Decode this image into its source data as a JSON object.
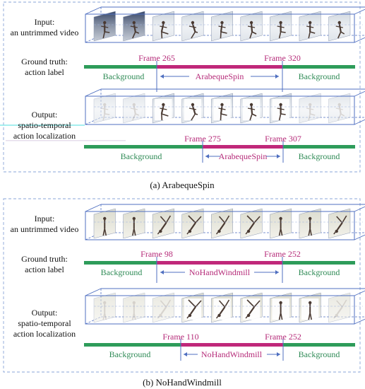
{
  "panels": [
    {
      "input_label": [
        "Input:",
        "an untrimmed video"
      ],
      "gt_label": [
        "Ground truth:",
        "action label"
      ],
      "out_label": [
        "Output:",
        "spatio-temporal",
        "action localization"
      ],
      "gt_start": "Frame 265",
      "gt_end": "Frame 320",
      "out_start": "Frame 275",
      "out_end": "Frame 307",
      "bg_left": "Background",
      "bg_right": "Background",
      "action": "ArabequeSpin",
      "caption": "(a) ArabequeSpin"
    },
    {
      "input_label": [
        "Input:",
        "an untrimmed video"
      ],
      "gt_label": [
        "Ground truth:",
        "action label"
      ],
      "out_label": [
        "Output:",
        "spatio-temporal",
        "action localization"
      ],
      "gt_start": "Frame 98",
      "gt_end": "Frame 252",
      "out_start": "Frame 110",
      "out_end": "Frame 252",
      "bg_left": "Background",
      "bg_right": "Background",
      "action": "NoHandWindmill",
      "caption": "(b) NoHandWindmill"
    }
  ],
  "colors": {
    "green": "#2e9c5a",
    "magenta": "#c0287a",
    "blue": "#4f6fc0",
    "dash": "#7f9fd6"
  }
}
